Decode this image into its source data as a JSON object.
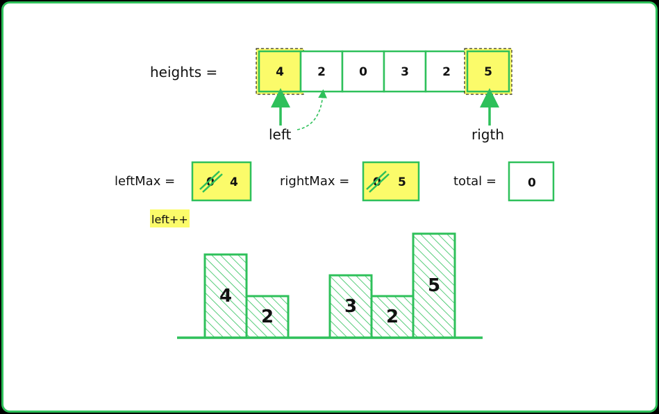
{
  "heights_label": "heights =",
  "heights": [
    4,
    2,
    0,
    3,
    2,
    5
  ],
  "left_index": 0,
  "right_index": 5,
  "left_label": "left",
  "right_label": "rigth",
  "leftMax": {
    "label": "leftMax =",
    "old": "0",
    "value": "4"
  },
  "rightMax": {
    "label": "rightMax =",
    "old": "0",
    "value": "5"
  },
  "total": {
    "label": "total =",
    "value": "0"
  },
  "step_note": "left++",
  "colors": {
    "green": "#2ec05a",
    "highlight": "#fbfb6a",
    "border": "#000000"
  }
}
